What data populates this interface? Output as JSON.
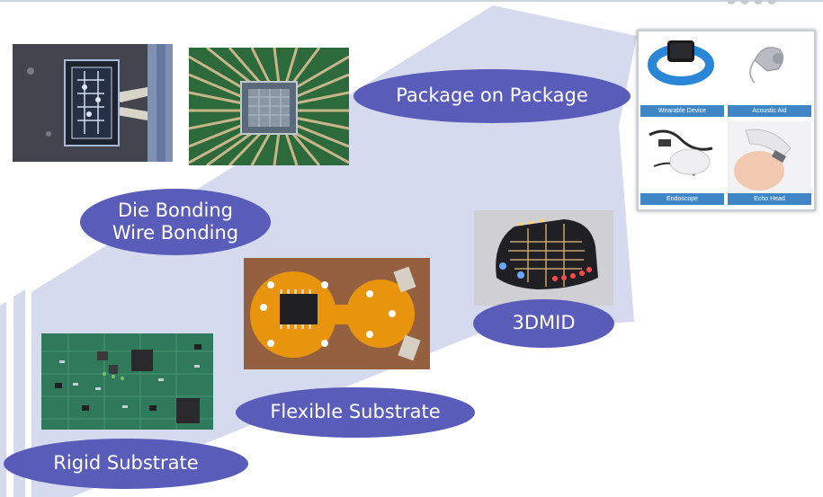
{
  "slide": {
    "stages": {
      "rigid_substrate": "Rigid Substrate",
      "flexible_substrate": "Flexible Substrate",
      "three_d_mid": "3DMID",
      "die_bonding": "Die Bonding",
      "wire_bonding": "Wire Bonding",
      "package_on_package": "Package on Package"
    },
    "applications": {
      "wearable_device": "Wearable Device",
      "acoustic_aid": "Acoustic Aid",
      "endoscope": "Endoscope",
      "echo_head": "Echo Head"
    }
  },
  "colors": {
    "ellipse_fill": "#5a5cb9",
    "arrow_fill": "#d5daee",
    "caption_bar": "#3f86c6"
  },
  "icons": {
    "rigid_photo": "green-pcb-photo",
    "flex_photo": "orange-flex-circuit-photo",
    "mid_photo": "3d-mid-led-part-photo",
    "die_photo": "die-bond-photo",
    "wire_photo": "wire-bond-chip-photo"
  }
}
